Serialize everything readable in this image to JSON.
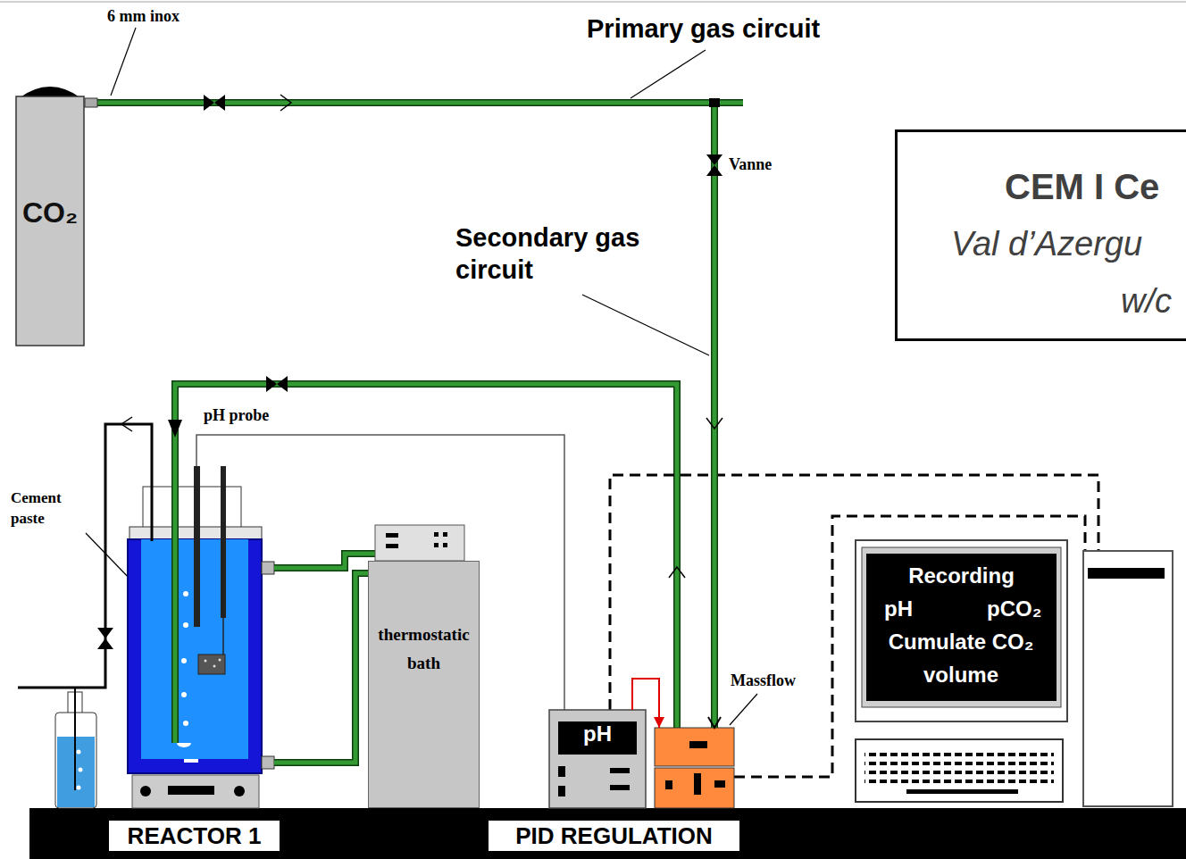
{
  "diagram": {
    "nodes": [
      {
        "text": [
          "CO₂"
        ]
      },
      {
        "text": [
          "CEM I Ce",
          "Val d’Azergu",
          "w/c"
        ]
      },
      {
        "text": [
          "thermostatic bath"
        ]
      },
      {
        "text": [
          "pH"
        ]
      },
      {
        "text": [
          "Massflow"
        ]
      },
      {
        "text": [
          "Recording",
          "pH",
          "pCO₂",
          "Cumulate CO₂ volume"
        ]
      },
      {
        "text": [
          "REACTOR 1"
        ]
      },
      {
        "text": [
          "PID REGULATION"
        ]
      }
    ],
    "edges": [
      {
        "from": 0,
        "to": 4,
        "arrow": "to"
      },
      {
        "from": 3,
        "to": 4,
        "arrow": "to"
      }
    ],
    "labels": [
      "6 mm inox",
      "Primary gas circuit",
      "Vanne",
      "Secondary gas circuit",
      "pH probe",
      "Cement paste"
    ]
  }
}
